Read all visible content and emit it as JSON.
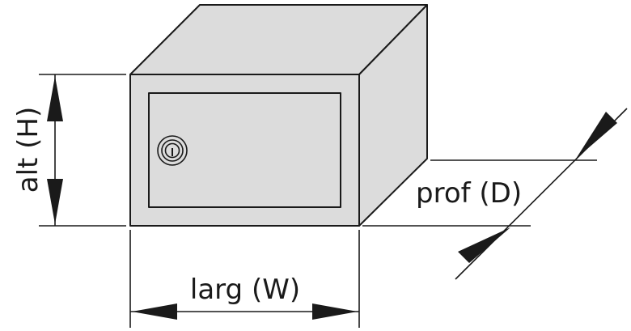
{
  "labels": {
    "height": "alt (H)",
    "width": "larg (W)",
    "depth": "prof (D)"
  },
  "colors": {
    "box_fill": "#dcdcdc",
    "outline": "#1a1a1a",
    "background": "#ffffff"
  },
  "icons": {
    "lock": "keyhole-lock-icon"
  }
}
